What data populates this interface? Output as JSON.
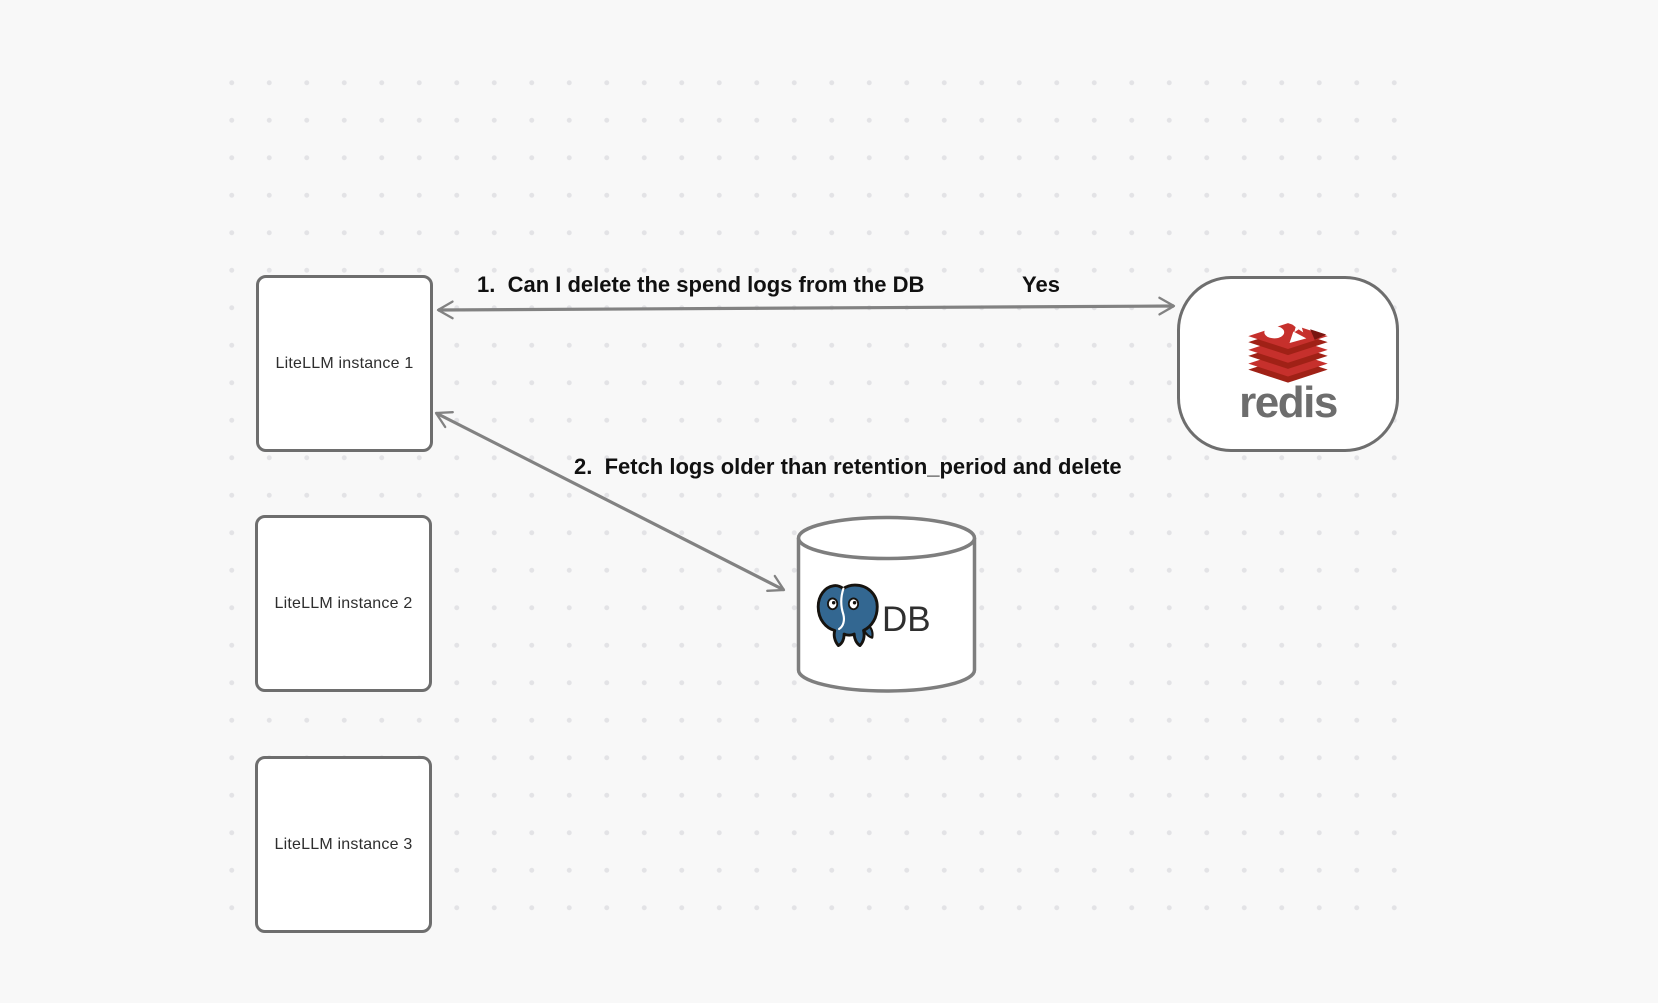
{
  "diagram": {
    "nodes": {
      "litellm_instances": [
        {
          "label": "LiteLLM instance 1"
        },
        {
          "label": "LiteLLM instance 2"
        },
        {
          "label": "LiteLLM instance 3"
        }
      ],
      "redis": {
        "wordmark": "redis",
        "icon": "redis-stack-icon"
      },
      "db": {
        "label": "DB",
        "icon": "postgresql-elephant-icon",
        "shape": "database-cylinder"
      }
    },
    "edges": [
      {
        "label": "1.  Can I delete the spend logs from the DB",
        "response": "Yes"
      },
      {
        "label": "2.  Fetch logs older than retention_period and delete"
      }
    ],
    "colors": {
      "background": "#f8f8f8",
      "dot": "#e3e3e6",
      "node_border": "#6e6e6e",
      "arrow": "#828282",
      "edge_label_text": "#111111",
      "node_text": "#2e2e2e",
      "redis_red": "#c6302c",
      "redis_red_dark": "#a02116",
      "redis_notch_dark": "#791510",
      "redis_wordmark_gray": "#6d6d6d",
      "postgres_blue": "#336791",
      "db_text": "#2f2f2f"
    }
  }
}
